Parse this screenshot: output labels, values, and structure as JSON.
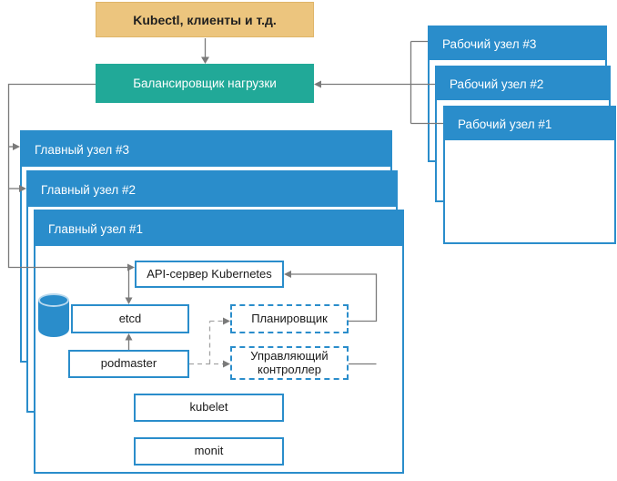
{
  "diagram": {
    "description": "Kubernetes high-availability cluster architecture diagram",
    "client_box": {
      "label": "Kubectl, клиенты и т.д."
    },
    "load_balancer": {
      "label": "Балансировщик нагрузки"
    },
    "worker_nodes": [
      {
        "label": "Рабочий узел #3"
      },
      {
        "label": "Рабочий узел #2"
      },
      {
        "label": "Рабочий узел #1"
      }
    ],
    "master_nodes": [
      {
        "label": "Главный узел #3"
      },
      {
        "label": "Главный узел #2"
      },
      {
        "label": "Главный узел #1"
      }
    ],
    "master_components": {
      "api_server": "API-сервер Kubernetes",
      "etcd": "etcd",
      "podmaster": "podmaster",
      "scheduler": "Планировщик",
      "controller_manager": "Управляющий контроллер",
      "kubelet": "kubelet",
      "monit": "monit"
    },
    "icons": {
      "database_cylinder": "database-icon"
    },
    "colors": {
      "node_blue": "#2a8dcb",
      "accent_green": "#21a998",
      "accent_tan": "#ecc57e",
      "connector_gray": "#7a7a7a",
      "connector_dashed_gray": "#a3a3a3"
    }
  }
}
